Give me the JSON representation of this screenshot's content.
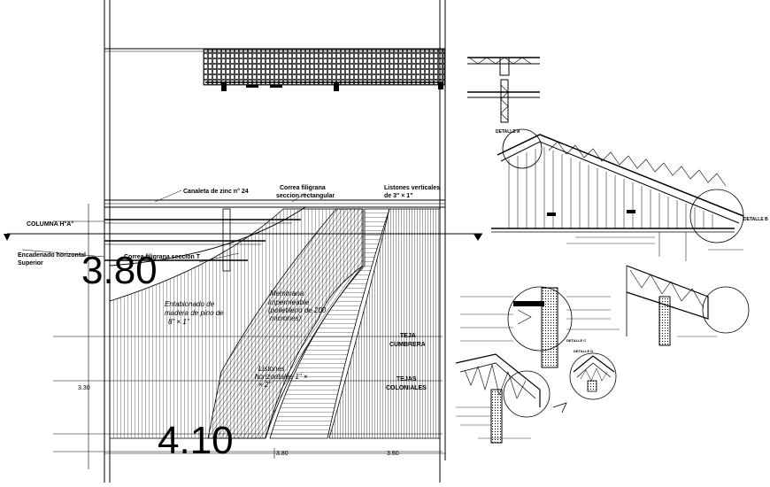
{
  "main_section": {
    "callouts": {
      "canaleta": "Canaleta de zinc n° 24",
      "correa_line1": "Correa filigrana",
      "correa_line2": "seccion rectangular",
      "listones_vert_line1": "Listones verticales",
      "listones_vert_line2": "de  3\" × 1\"",
      "columna": "COLUMNA H°A°",
      "encadenado_line1": "Encadenado horizontal",
      "encadenado_line2": "Superior",
      "correa_t": "Correa filigrana seccion T",
      "entablonado_line1": "Entablonado de",
      "entablonado_line2": "madera de pino de",
      "entablonado_line3": "8\" × 1\"",
      "membrana_line1": "Membrana",
      "membrana_line2": "impermeable",
      "membrana_line3": "(polietileno de 200",
      "membrana_line4": "micrones)",
      "teja_cumbrera_line1": "TEJA",
      "teja_cumbrera_line2": "CUMBRERA",
      "listones_horiz_line1": "Listones",
      "listones_horiz_line2": "horizontales 1\" ×",
      "listones_horiz_line3": "× 2\"",
      "tejas_coloniales_line1": "TEJAS",
      "tejas_coloniales_line2": "COLONIALES"
    },
    "dimensions": {
      "height_big": "3.80",
      "width_big": "4.10",
      "left_small": "3.30",
      "bottom_left": "3.80",
      "bottom_right": "3.60"
    }
  },
  "details": {
    "detalle_a": "DETALLE A",
    "detalle_b": "DETALLE B",
    "detalle_c": "DETALLE C",
    "detalle_d": "DETALLE D"
  }
}
